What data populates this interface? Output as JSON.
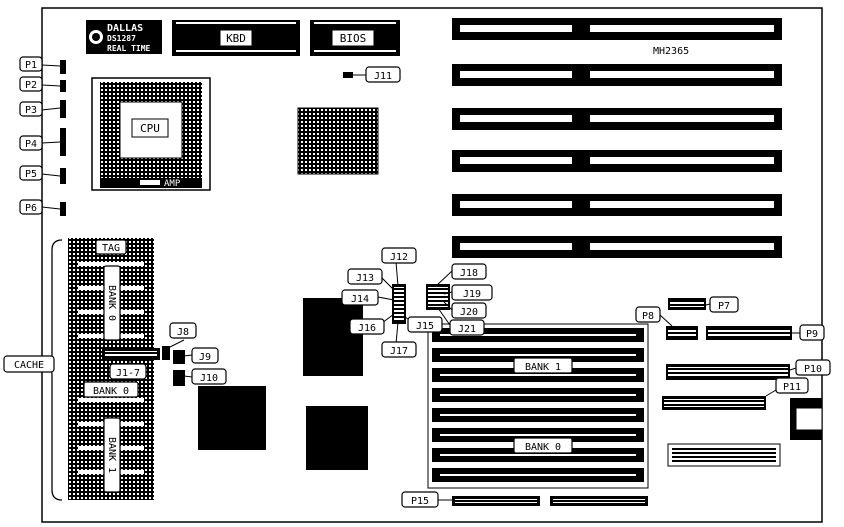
{
  "chips": {
    "rtc": {
      "brand": "DALLAS",
      "model": "DS1287",
      "subtitle": "REAL TIME"
    },
    "kbd": "KBD",
    "bios": "BIOS",
    "cpu": "CPU",
    "amp": "AMP",
    "slot_model": "MH2365"
  },
  "labels": {
    "p1": "P1",
    "p2": "P2",
    "p3": "P3",
    "p4": "P4",
    "p5": "P5",
    "p6": "P6",
    "p7": "P7",
    "p8": "P8",
    "p9": "P9",
    "p10": "P10",
    "p11": "P11",
    "p15": "P15",
    "j1_7": "J1-7",
    "j8": "J8",
    "j9": "J9",
    "j10": "J10",
    "j11": "J11",
    "j12": "J12",
    "j13": "J13",
    "j14": "J14",
    "j15": "J15",
    "j16": "J16",
    "j17": "J17",
    "j18": "J18",
    "j19": "J19",
    "j20": "J20",
    "j21": "J21",
    "tag": "TAG",
    "bank0_top": "BANK 0",
    "bank0_mid": "BANK 0",
    "bank1_bottom": "BANK 1",
    "cache": "CACHE",
    "bank1_simm": "BANK 1",
    "bank0_simm": "BANK 0"
  },
  "colors": {
    "ink": "#000000",
    "paper": "#ffffff"
  }
}
